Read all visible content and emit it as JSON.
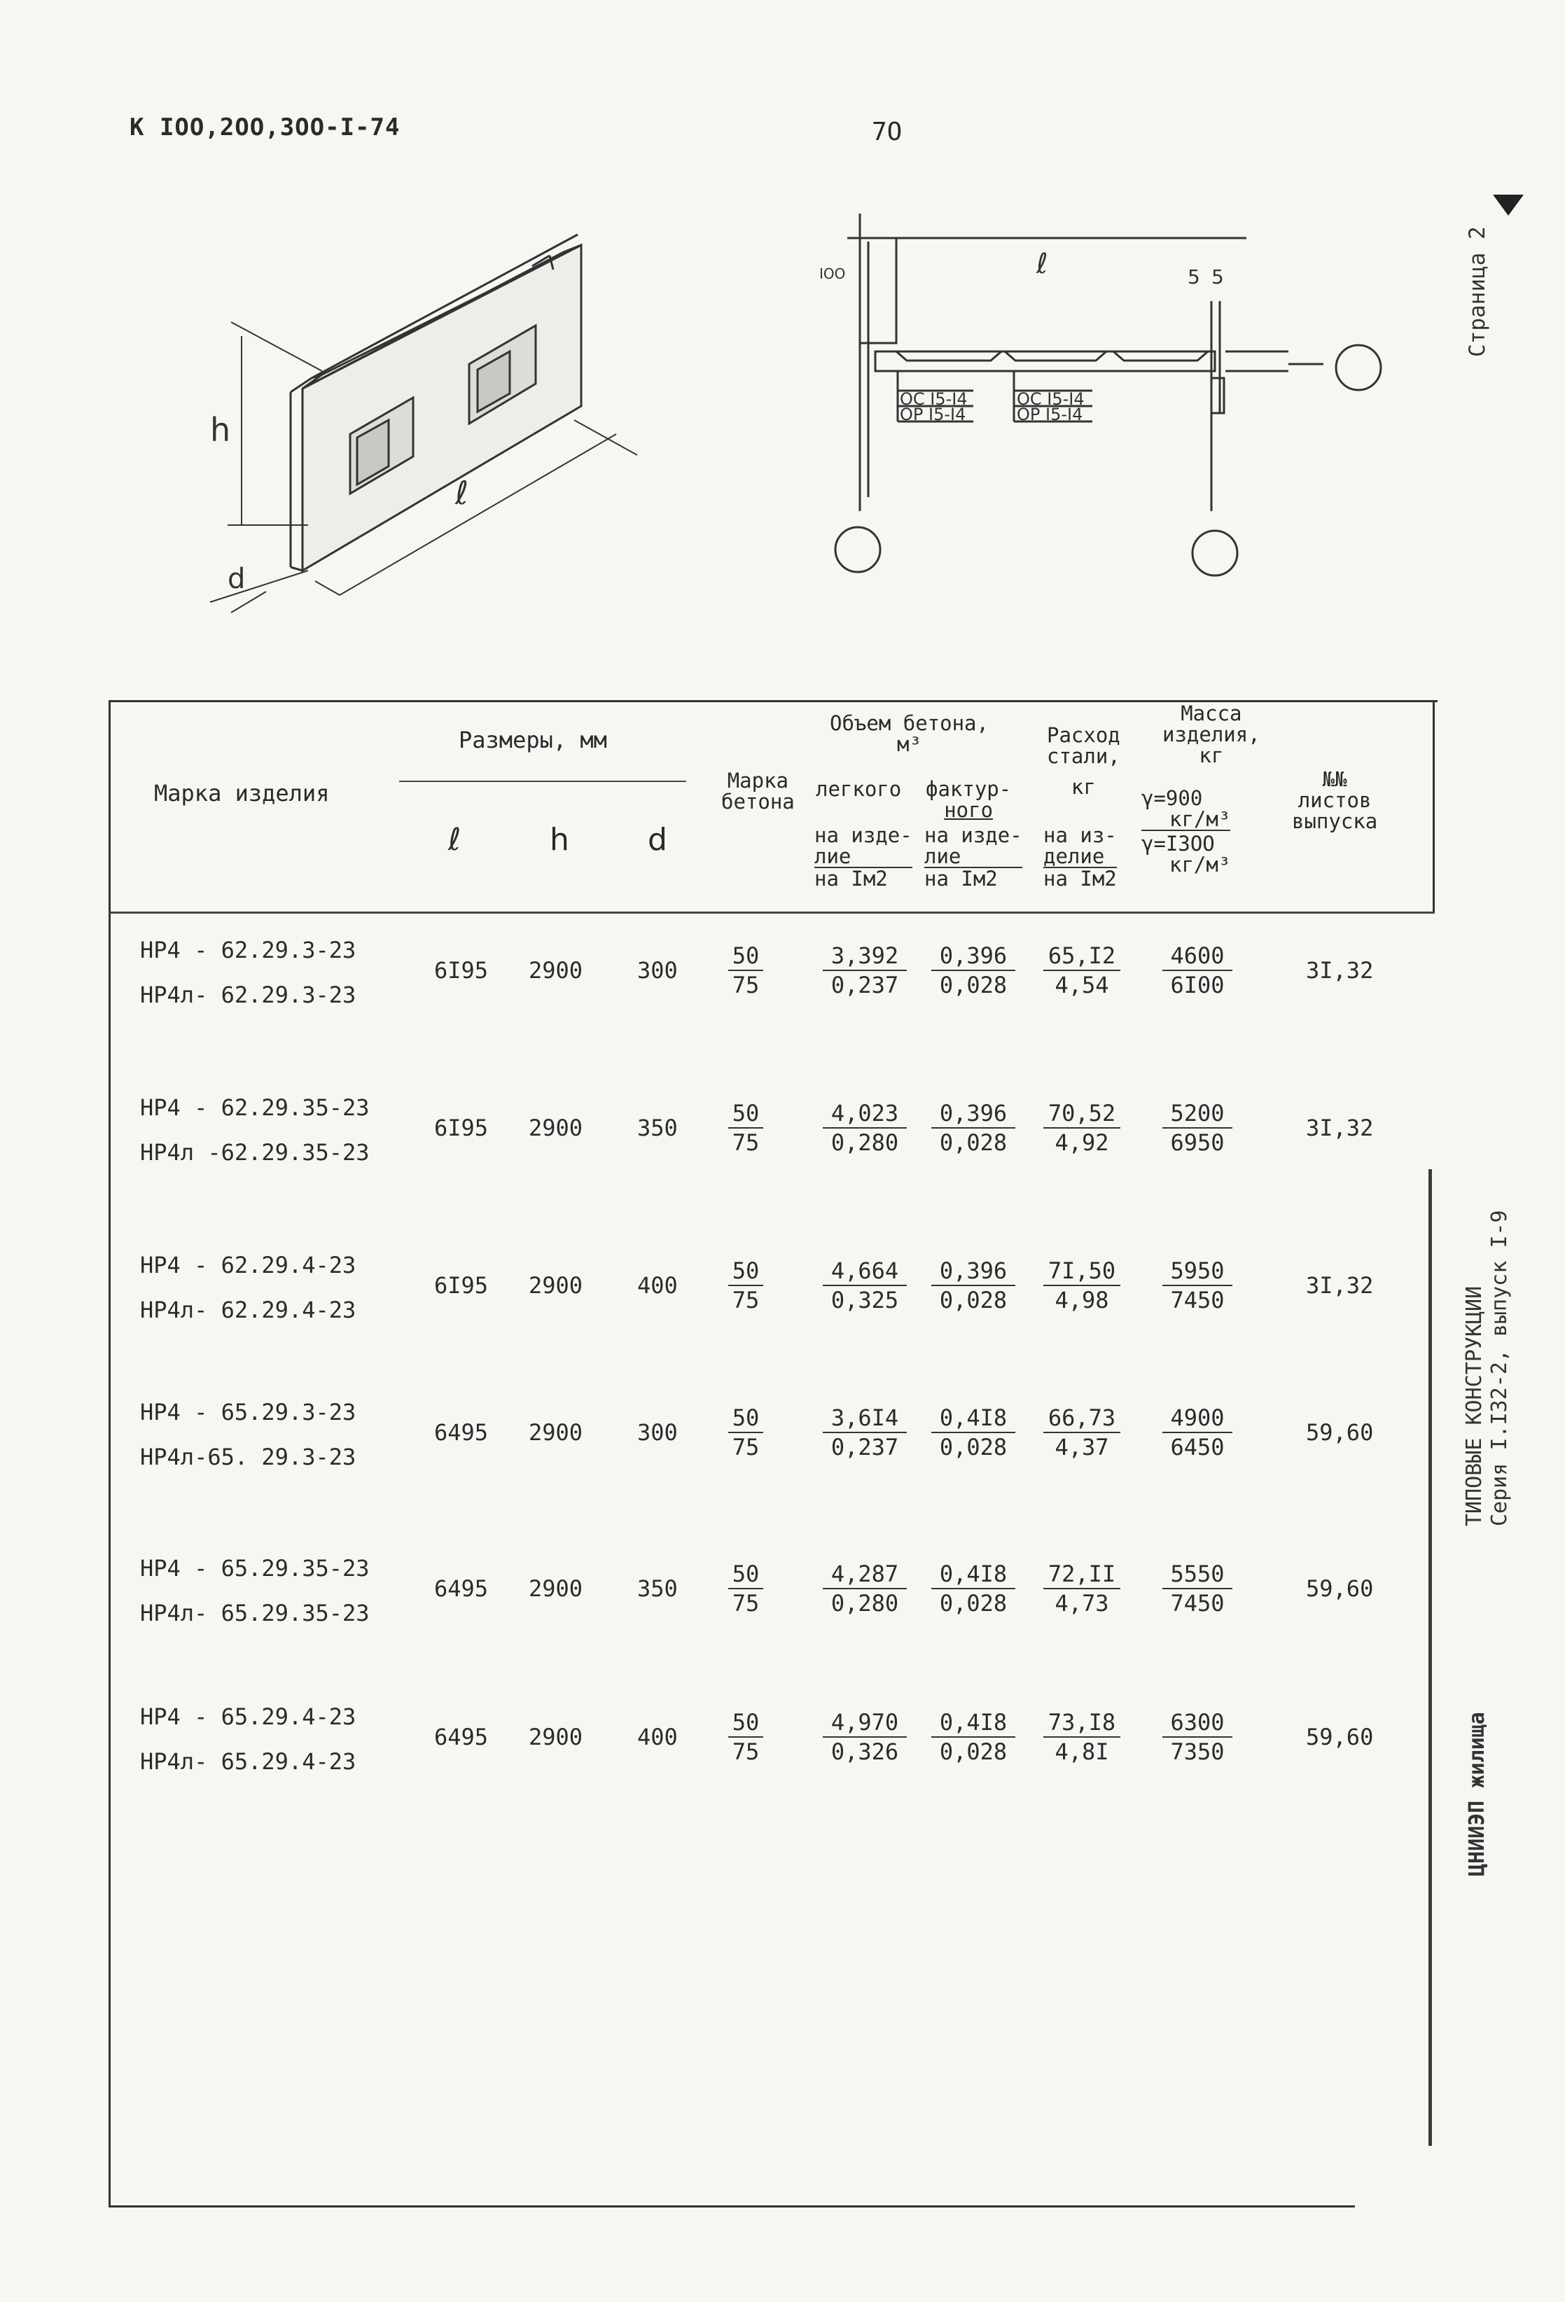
{
  "header": {
    "code": "К IOO,2OO,3OO-I-74",
    "page": "7O"
  },
  "side": {
    "page_label": "Страница 2",
    "series_line1": "ТИПОВЫЕ КОНСТРУКЦИИ",
    "series_line2": "Серия I.I32-2, выпуск I-9",
    "org": "ЦНИИЭП жилища"
  },
  "figure_left": {
    "h": "h",
    "l": "ℓ",
    "d": "d"
  },
  "figure_right": {
    "dim_100": "IOO",
    "l": "ℓ",
    "dim_5a": "5",
    "dim_5b": "5",
    "left_top": "ОС I5-I4",
    "left_bot": "ОР I5-I4",
    "mid_top": "ОС I5-I4",
    "mid_bot": "ОР I5-I4"
  },
  "table": {
    "headers": {
      "mark": "Марка изделия",
      "sizes": "Размеры, мм",
      "l": "ℓ",
      "h": "h",
      "d": "d",
      "concrete": [
        "Марка",
        "бетона"
      ],
      "volume": [
        "Объем бетона,",
        "м³"
      ],
      "light": "легкого",
      "facing": [
        "фактур-",
        "ного"
      ],
      "vol_sub_light": [
        "на изде-",
        "лие"
      ],
      "vol_sub_facing": [
        "на изде-",
        "лие"
      ],
      "vol_sub_m2_a": "на Iм2",
      "vol_sub_m2_b": "на Iм2",
      "steel": [
        "Расход",
        "стали,",
        "кг"
      ],
      "steel_sub": [
        "на из-",
        "делие"
      ],
      "steel_m2": "на Iм2",
      "mass": [
        "Масса",
        "изделия,",
        "кг"
      ],
      "mass_g1": [
        "γ=900",
        "кг/м³"
      ],
      "mass_g2": [
        "γ=I3OO",
        "кг/м³"
      ],
      "sheets": [
        "№№",
        "листов",
        "выпуска"
      ]
    },
    "rows": [
      {
        "mark1": "НР4 - 62.29.3-23",
        "mark2": "НР4л- 62.29.3-23",
        "l": "6I95",
        "h": "2900",
        "d": "300",
        "c_top": "50",
        "c_bot": "75",
        "vl_top": "3,392",
        "vl_bot": "0,237",
        "vf_top": "0,396",
        "vf_bot": "0,028",
        "s_top": "65,I2",
        "s_bot": "4,54",
        "m_top": "4600",
        "m_bot": "6I00",
        "sheets": "3I,32"
      },
      {
        "mark1": "НР4 - 62.29.35-23",
        "mark2": "НР4л -62.29.35-23",
        "l": "6I95",
        "h": "2900",
        "d": "350",
        "c_top": "50",
        "c_bot": "75",
        "vl_top": "4,023",
        "vl_bot": "0,280",
        "vf_top": "0,396",
        "vf_bot": "0,028",
        "s_top": "70,52",
        "s_bot": "4,92",
        "m_top": "5200",
        "m_bot": "6950",
        "sheets": "3I,32"
      },
      {
        "mark1": "НР4 - 62.29.4-23",
        "mark2": "НР4л- 62.29.4-23",
        "l": "6I95",
        "h": "2900",
        "d": "400",
        "c_top": "50",
        "c_bot": "75",
        "vl_top": "4,664",
        "vl_bot": "0,325",
        "vf_top": "0,396",
        "vf_bot": "0,028",
        "s_top": "7I,50",
        "s_bot": "4,98",
        "m_top": "5950",
        "m_bot": "7450",
        "sheets": "3I,32"
      },
      {
        "mark1": "НР4 - 65.29.3-23",
        "mark2": "НР4л-65. 29.3-23",
        "l": "6495",
        "h": "2900",
        "d": "300",
        "c_top": "50",
        "c_bot": "75",
        "vl_top": "3,6I4",
        "vl_bot": "0,237",
        "vf_top": "0,4I8",
        "vf_bot": "0,028",
        "s_top": "66,73",
        "s_bot": "4,37",
        "m_top": "4900",
        "m_bot": "6450",
        "sheets": "59,60"
      },
      {
        "mark1": "НР4 - 65.29.35-23",
        "mark2": "НР4л- 65.29.35-23",
        "l": "6495",
        "h": "2900",
        "d": "350",
        "c_top": "50",
        "c_bot": "75",
        "vl_top": "4,287",
        "vl_bot": "0,280",
        "vf_top": "0,4I8",
        "vf_bot": "0,028",
        "s_top": "72,II",
        "s_bot": "4,73",
        "m_top": "5550",
        "m_bot": "7450",
        "sheets": "59,60"
      },
      {
        "mark1": "НР4 - 65.29.4-23",
        "mark2": "НР4л- 65.29.4-23",
        "l": "6495",
        "h": "2900",
        "d": "400",
        "c_top": "50",
        "c_bot": "75",
        "vl_top": "4,970",
        "vl_bot": "0,326",
        "vf_top": "0,4I8",
        "vf_bot": "0,028",
        "s_top": "73,I8",
        "s_bot": "4,8I",
        "m_top": "6300",
        "m_bot": "7350",
        "sheets": "59,60"
      }
    ]
  }
}
